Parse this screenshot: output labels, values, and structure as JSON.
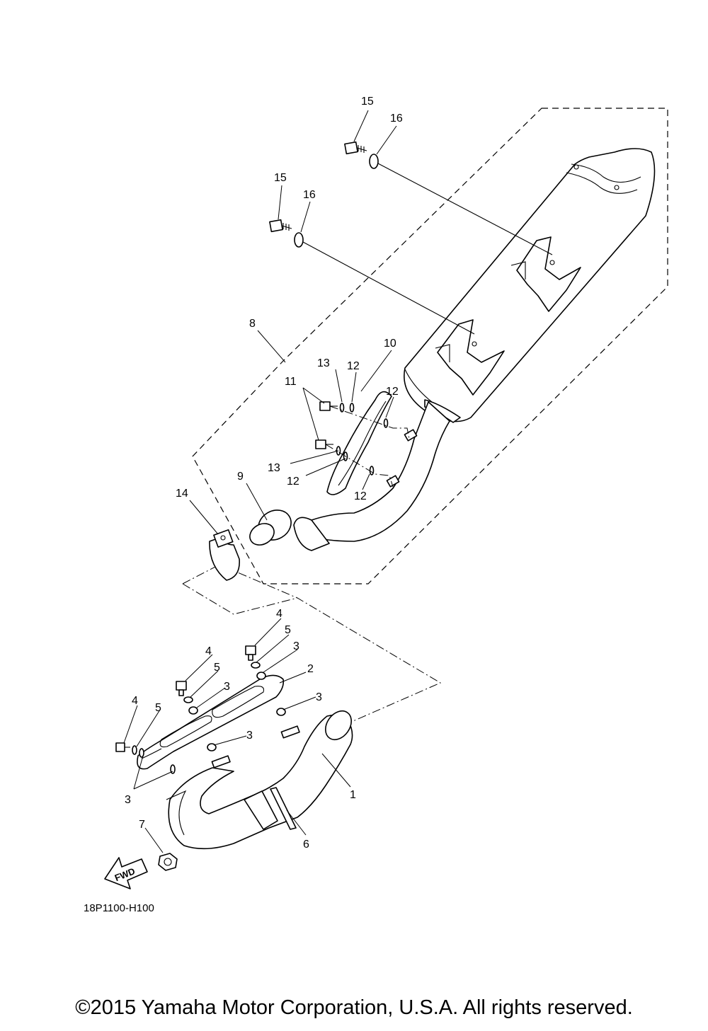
{
  "callouts": {
    "c1": "1",
    "c2": "2",
    "c3a": "3",
    "c3b": "3",
    "c3c": "3",
    "c3d": "3",
    "c3e": "3",
    "c4a": "4",
    "c4b": "4",
    "c4c": "4",
    "c5a": "5",
    "c5b": "5",
    "c5c": "5",
    "c6": "6",
    "c7": "7",
    "c8": "8",
    "c9": "9",
    "c10": "10",
    "c11": "11",
    "c12a": "12",
    "c12b": "12",
    "c12c": "12",
    "c12d": "12",
    "c13a": "13",
    "c13b": "13",
    "c14": "14",
    "c15a": "15",
    "c15b": "15",
    "c16a": "16",
    "c16b": "16"
  },
  "fwd_label": "FWD",
  "diagram_code": "18P1100-H100",
  "copyright": "©2015 Yamaha Motor Corporation, U.S.A. All rights reserved.",
  "icons": {
    "forward_arrow": "fwd-arrow-icon"
  }
}
